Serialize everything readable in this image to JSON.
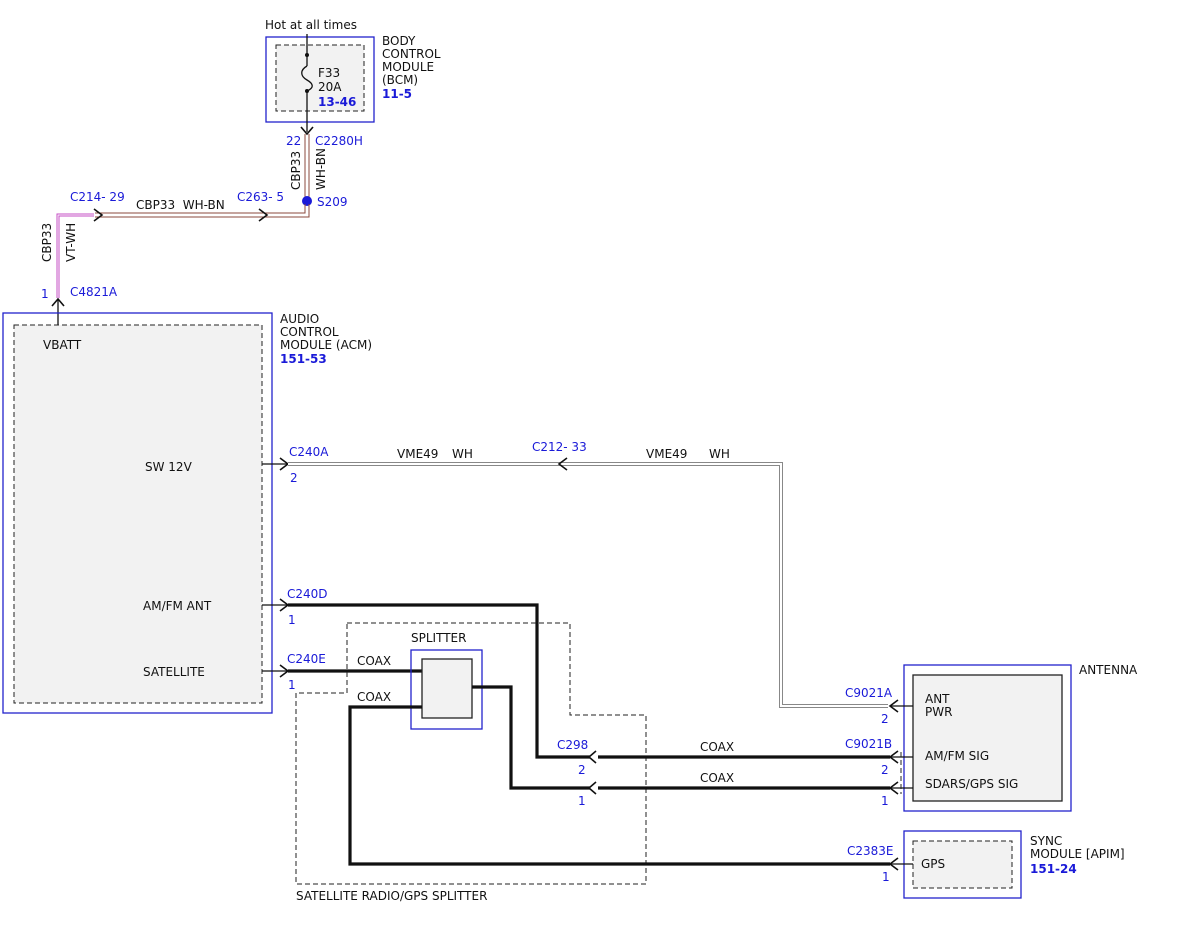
{
  "diagram": {
    "hot_label": "Hot at all times",
    "bcm": {
      "title_lines": [
        "BODY",
        "CONTROL",
        "MODULE",
        "(BCM)"
      ],
      "ref": "11-5",
      "fuse_name": "F33",
      "fuse_rating": "20A",
      "fuse_ref": "13-46"
    },
    "acm": {
      "title_lines": [
        "AUDIO",
        "CONTROL",
        "MODULE (ACM)"
      ],
      "ref": "151-53",
      "pins": {
        "vbatt": "VBATT",
        "sw12v": "SW 12V",
        "amfm": "AM/FM ANT",
        "satellite": "SATELLITE"
      }
    },
    "antenna": {
      "title": "ANTENNA",
      "pins": {
        "ant_pwr_1": "ANT",
        "ant_pwr_2": "PWR",
        "amfm_sig": "AM/FM SIG",
        "sdars": "SDARS/GPS SIG"
      }
    },
    "sync": {
      "title_lines": [
        "SYNC",
        "MODULE [APIM]"
      ],
      "ref": "151-24",
      "pin": "GPS"
    },
    "splitter": {
      "inner_label": "SPLITTER",
      "outer_label": "SATELLITE RADIO/GPS SPLITTER"
    },
    "connectors": {
      "c2280h": "C2280H",
      "c2280h_pin": "22",
      "s209": "S209",
      "c263": "C263- 5",
      "c214": "C214- 29",
      "c4821a": "C4821A",
      "c4821a_pin": "1",
      "c240a": "C240A",
      "c240a_pin": "2",
      "c212": "C212- 33",
      "c240d": "C240D",
      "c240d_pin": "1",
      "c240e": "C240E",
      "c240e_pin": "1",
      "c298": "C298",
      "c298_pin_top": "2",
      "c298_pin_bot": "1",
      "c9021a": "C9021A",
      "c9021a_pin": "2",
      "c9021b": "C9021B",
      "c9021b_pin_top": "2",
      "c9021b_pin_bot": "1",
      "c2383e": "C2383E",
      "c2383e_pin": "1"
    },
    "wires": {
      "cbp33": "CBP33",
      "wh_bn": "WH-BN",
      "horiz_label": "CBP33  WH-BN",
      "vt_wh": "VT-WH",
      "vme49": "VME49",
      "wh": "WH",
      "coax": "COAX"
    },
    "colors": {
      "module_outline": "#2222cc",
      "connector_text": "#1a1ad8",
      "wire_wh_bn": "#8b4a3c",
      "wire_vt_wh": "#c44fc4",
      "wire_wh": "#888888"
    }
  }
}
